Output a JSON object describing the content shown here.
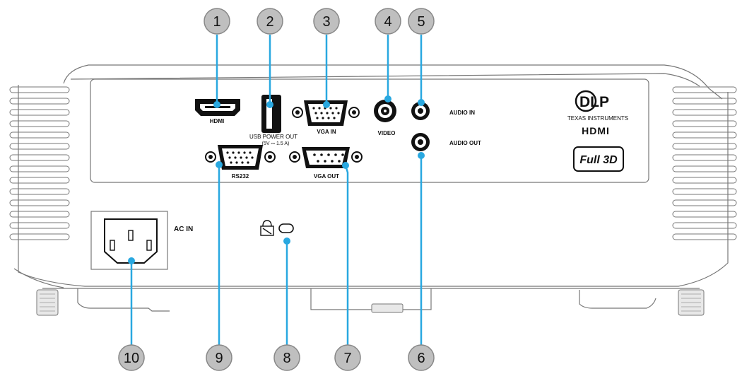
{
  "port_labels": {
    "hdmi": "HDMI",
    "usb_power_out": "USB POWER OUT",
    "usb_power_spec": "(5V ⎓ 1.5 A)",
    "vga_in": "VGA  IN",
    "video": "VIDEO",
    "audio_in": "AUDIO  IN",
    "audio_out": "AUDIO  OUT",
    "rs232": "RS232",
    "vga_out": "VGA  OUT",
    "ac_in": "AC IN"
  },
  "logos": {
    "dlp": "DLP",
    "texas_instruments": "TEXAS INSTRUMENTS",
    "hdmi_logo": "HDMI",
    "full3d": "Full 3D"
  },
  "callouts": [
    {
      "id": "hdmi",
      "number": "1"
    },
    {
      "id": "usb-power-out",
      "number": "2"
    },
    {
      "id": "vga-in",
      "number": "3"
    },
    {
      "id": "video",
      "number": "4"
    },
    {
      "id": "audio-in",
      "number": "5"
    },
    {
      "id": "audio-out",
      "number": "6"
    },
    {
      "id": "vga-out",
      "number": "7"
    },
    {
      "id": "kensington-lock",
      "number": "8"
    },
    {
      "id": "rs232",
      "number": "9"
    },
    {
      "id": "ac-in",
      "number": "10"
    }
  ],
  "colors": {
    "callout_fill": "#bfbfbf",
    "leader_line": "#29a8e0",
    "connector_fill": "#111111",
    "outline": "#7a7a7a"
  }
}
